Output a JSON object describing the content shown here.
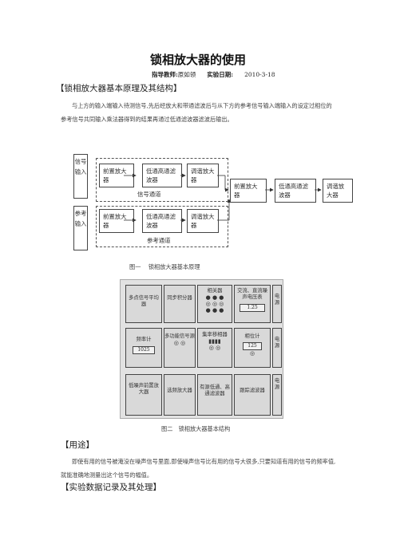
{
  "doc": {
    "title": "锁相放大器的使用",
    "meta": {
      "instructor_label": "指导教师:",
      "instructor_name": "原如领",
      "date_label": "实验日期:",
      "date_value": "2010-3-18"
    },
    "section1": {
      "heading": "【锁相放大器基本原理及其结构】",
      "paragraph": "与上方的输入端输入待测信号,先后经放大和带通滤波后与从下方的参考信号输入端输入的设定过相位的参考信号共同输入乘法器得到的结果再通过低通滤波器滤波后输出。"
    },
    "diagram": {
      "signal_input": "信号输入",
      "ref_input": "参考输入",
      "preamp": "前置放大器",
      "lowpass_high": "低通高通滤波器",
      "tune_amp": "调谐放大器",
      "signal_channel": "信号通道",
      "ref_channel": "参考通道",
      "post_preamp": "前置放大器",
      "post_lowpass": "低通高通滤波器",
      "post_tune": "调谐放大器",
      "caption": "图一　 锁相放大器基本原理"
    },
    "panel": {
      "row1": {
        "multi_avg": "多点信号平均器",
        "sync_int": "同步积分器",
        "correlator": "相关器",
        "ac_dc": "交流、直流噪声电压表",
        "ac_dc_reading": "1.25",
        "power": "电源"
      },
      "row2": {
        "freq_meter": "频率计",
        "freq_reading": "1025",
        "multi_src": "多功能信号源",
        "switch_filter": "集率移相器",
        "phase_meter": "相位计",
        "phase_reading": "125",
        "power": "电源"
      },
      "row3": {
        "low_noise": "低噪声前置放大器",
        "sel_amp": "选频放大器",
        "active_filter": "有源低通、高通滤波器",
        "track_filter": "跟踪滤波器",
        "power": "电源"
      },
      "caption": "图二　锁相放大器基本结构"
    },
    "section2": {
      "heading": "【用途】",
      "paragraph": "即使有用的信号被淹没在噪声信号里面,即使噪声信号比有用的信号大很多,只要知道有用的信号的频率值,就能准确地测量出这个信号的幅值。"
    },
    "section3": {
      "heading": "【实验数据记录及其处理】"
    }
  }
}
